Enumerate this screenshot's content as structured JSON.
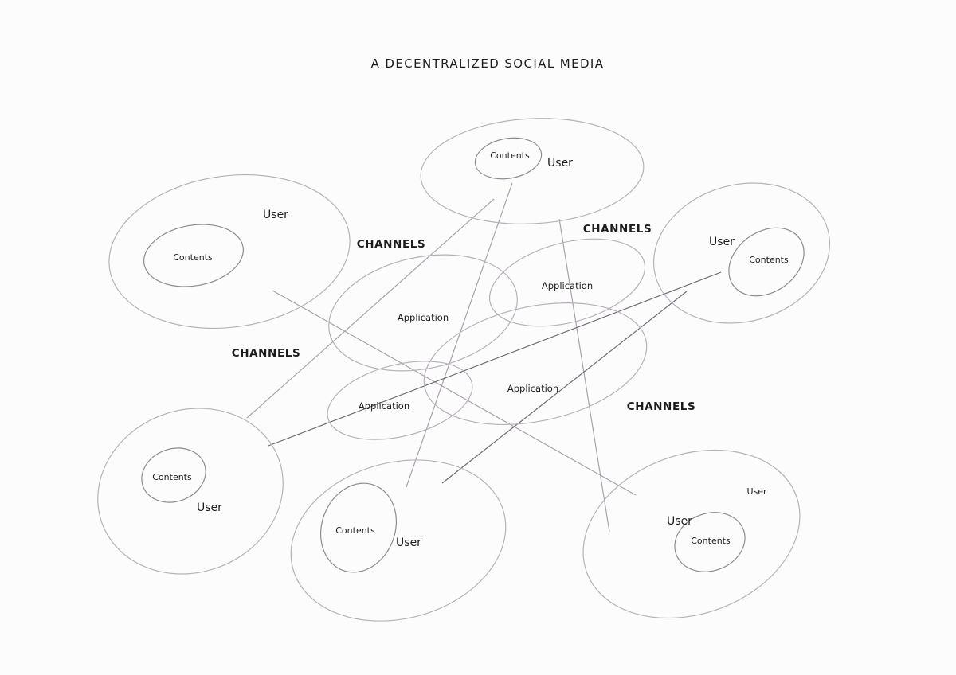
{
  "title": "A DECENTRALIZED SOCIAL MEDIA",
  "labels": {
    "user": "User",
    "contents": "Contents",
    "application": "Application",
    "channels": "CHANNELS"
  },
  "colors": {
    "background": "#fdfcfd",
    "outline": "#b7b1b9",
    "inner": "#8f8a92",
    "text": "#1c1c1c"
  }
}
